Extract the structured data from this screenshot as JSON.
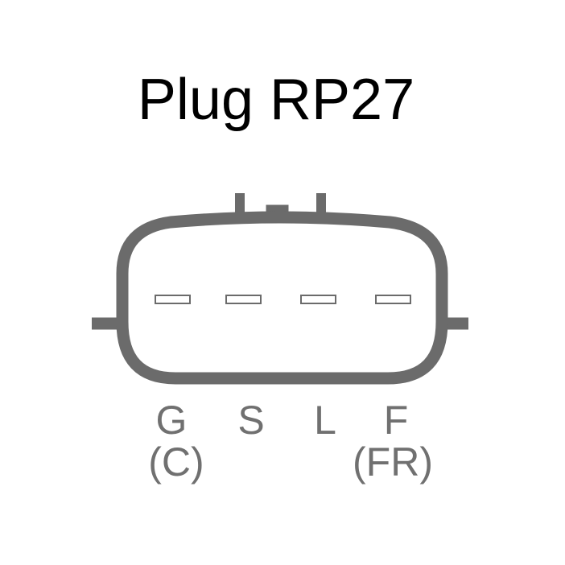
{
  "title": "Plug RP27",
  "colors": {
    "title": "#000000",
    "connector_outline": "#6b6b6b",
    "label_text": "#707070",
    "pin_slot": "#6b6b6b"
  },
  "pins": [
    {
      "label": "G",
      "alt": "(C)"
    },
    {
      "label": "S",
      "alt": ""
    },
    {
      "label": "L",
      "alt": ""
    },
    {
      "label": "F",
      "alt": "(FR)"
    }
  ]
}
